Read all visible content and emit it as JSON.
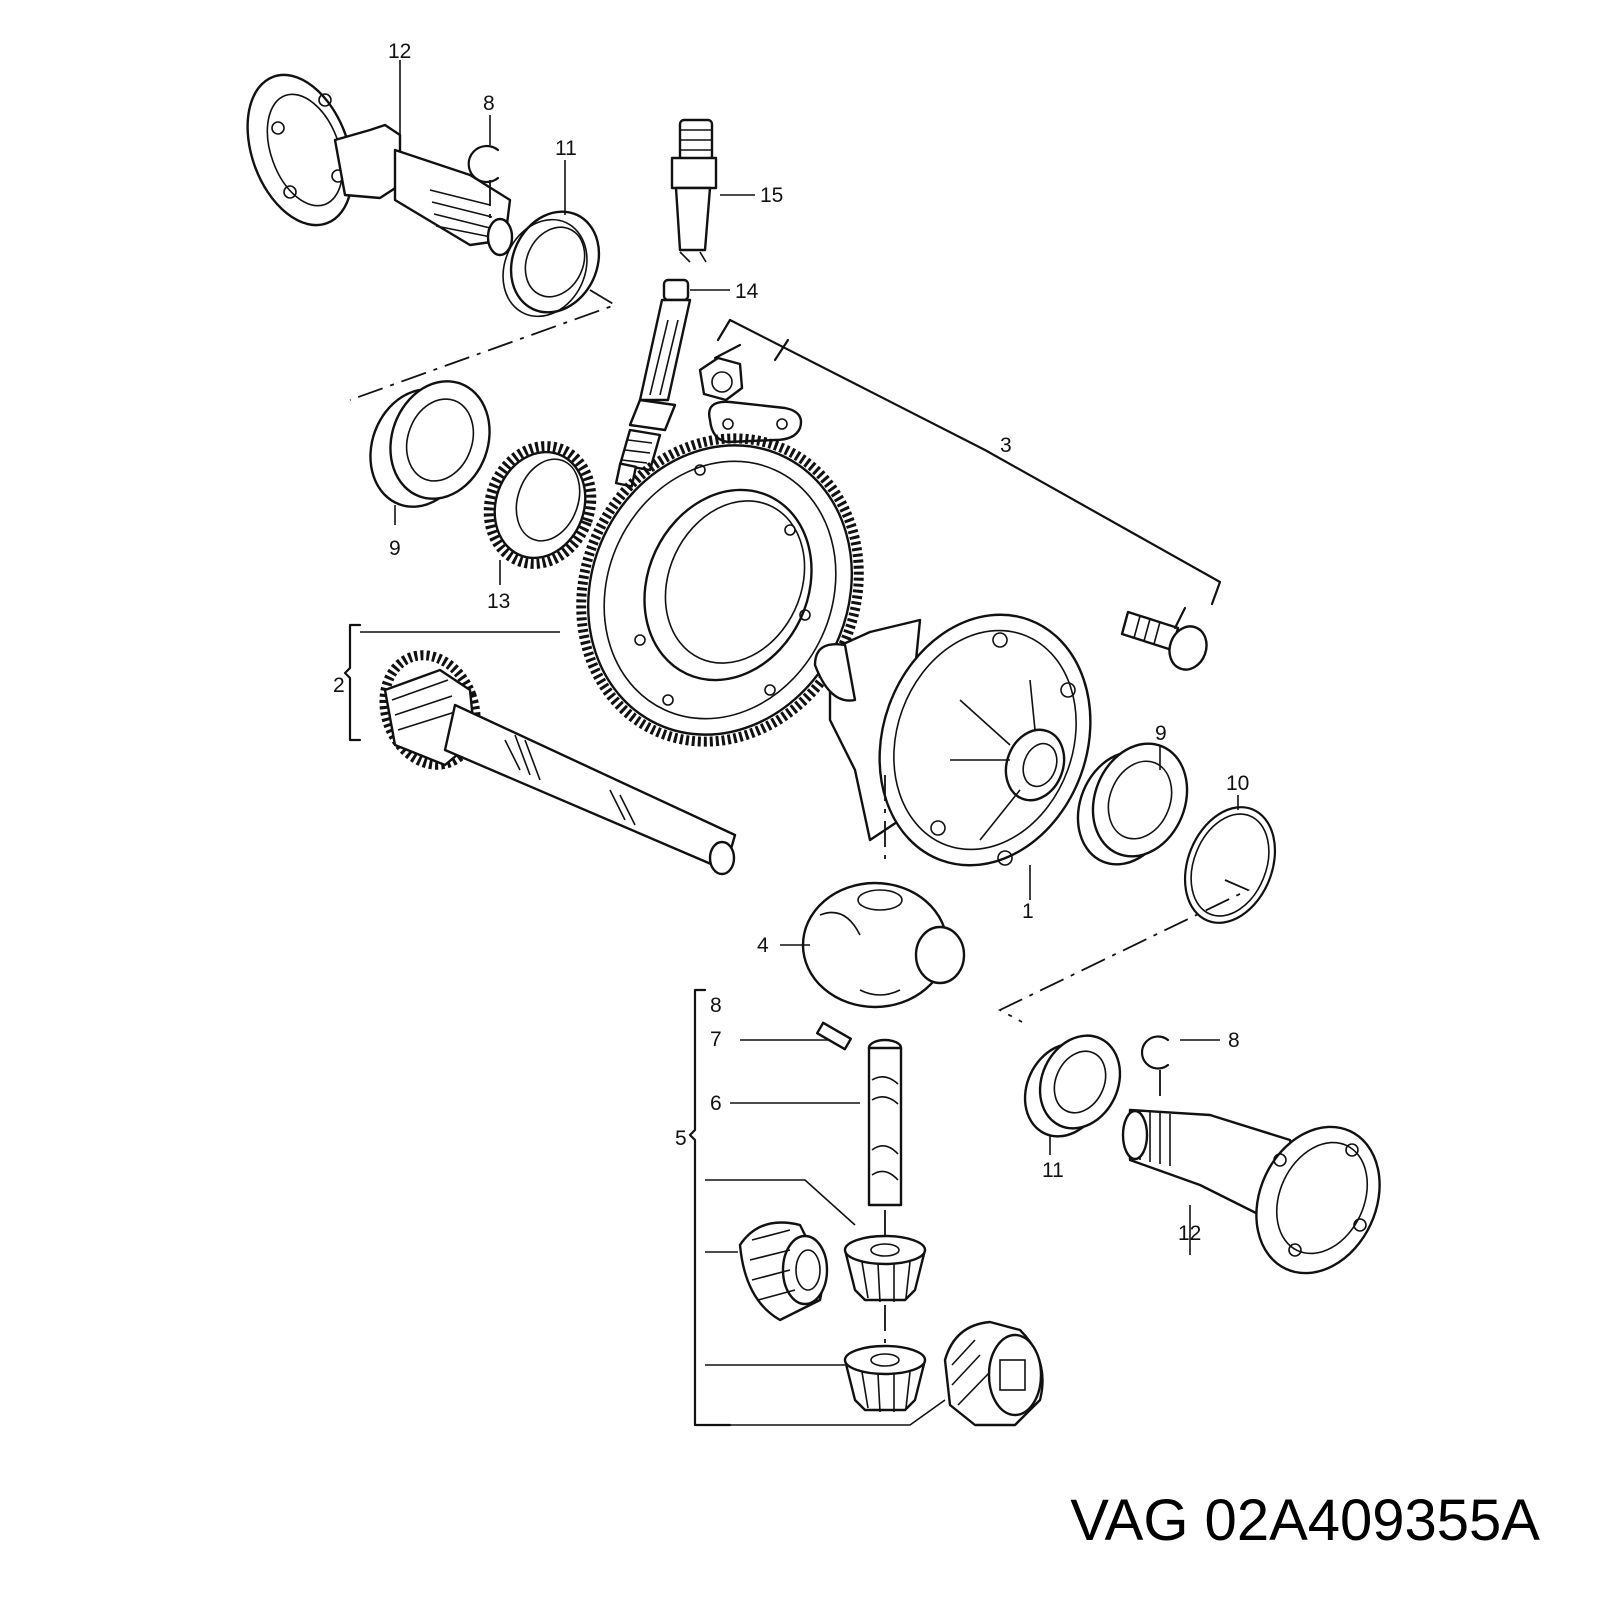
{
  "diagram": {
    "callouts": {
      "c12a": "12",
      "c8a": "8",
      "c11a": "11",
      "c15": "15",
      "c14": "14",
      "c3": "3",
      "c9a": "9",
      "c13": "13",
      "c2": "2",
      "c9b": "9",
      "c10": "10",
      "c1": "1",
      "c4": "4",
      "c8b": "8",
      "c7": "7",
      "c6": "6",
      "c5": "5",
      "c8c": "8",
      "c11b": "11",
      "c12b": "12"
    }
  },
  "part_number": "VAG 02A409355A"
}
